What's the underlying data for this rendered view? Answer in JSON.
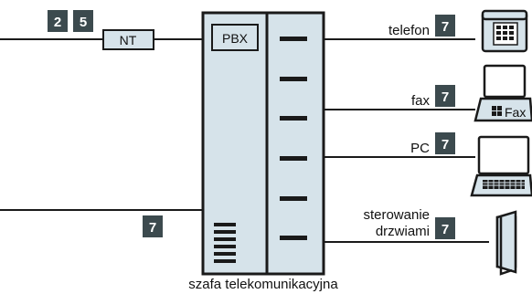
{
  "colors": {
    "line": "#1a1a1a",
    "cabinet_fill": "#d6e3ea",
    "badge_fill": "#3c4a4e",
    "badge_text": "#ffffff",
    "box_fill": "#d6e3ea"
  },
  "top_line": {
    "badges": [
      "2",
      "5"
    ],
    "nt_label": "NT"
  },
  "cabinet": {
    "pbx_label": "PBX",
    "caption": "szafa telekomunikacyjna"
  },
  "left_badge": "7",
  "devices": {
    "phone": {
      "label": "telefon",
      "badge": "7",
      "icon": "telephone-icon"
    },
    "fax": {
      "label": "fax",
      "badge": "7",
      "icon": "fax-icon",
      "icon_text": "Fax"
    },
    "pc": {
      "label": "PC",
      "badge": "7",
      "icon": "laptop-icon"
    },
    "door": {
      "label_line1": "sterowanie",
      "label_line2": "drzwiami",
      "badge": "7",
      "icon": "door-icon"
    }
  }
}
